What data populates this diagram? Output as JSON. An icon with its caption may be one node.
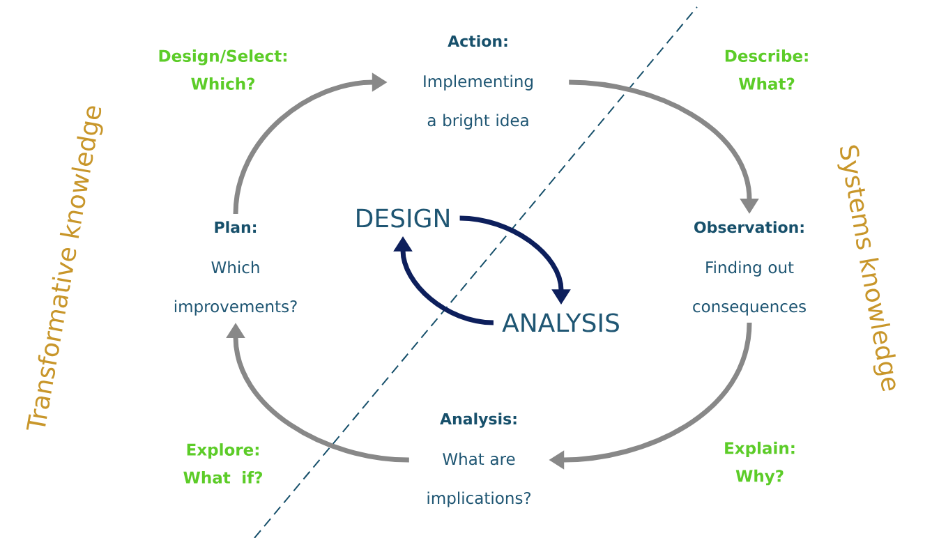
{
  "diagram": {
    "nodes": [
      {
        "text": [
          "Action:",
          "Implementing a bright idea"
        ]
      },
      {
        "text": [
          "Observation:",
          "Finding out consequences"
        ]
      },
      {
        "text": [
          "Analysis:",
          "What are implications?"
        ]
      },
      {
        "text": [
          "Plan:",
          "Which improvements?"
        ]
      },
      {
        "text": [
          "DESIGN"
        ]
      },
      {
        "text": [
          "ANALYSIS"
        ]
      }
    ],
    "edges": [
      {
        "from": 0,
        "to": 1,
        "arrow": "to"
      },
      {
        "from": 1,
        "to": 2,
        "arrow": "to"
      },
      {
        "from": 2,
        "to": 3,
        "arrow": "to"
      },
      {
        "from": 3,
        "to": 0,
        "arrow": "to"
      },
      {
        "from": 4,
        "to": 5,
        "arrow": "to",
        "color": "#0d1f5c"
      },
      {
        "from": 5,
        "to": 4,
        "arrow": "to",
        "color": "#0d1f5c"
      }
    ],
    "labels": [
      "Design/Select: Which?",
      "Describe: What?",
      "Transformative knowledge",
      "Systems knowledge",
      "Explore: What if?",
      "Explain: Why?"
    ]
  }
}
